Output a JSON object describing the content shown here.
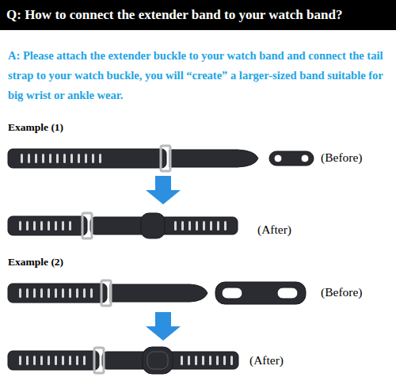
{
  "diagram": {
    "title": "Q: How to connect the extender band to your watch band?",
    "labels": [
      "A: Please attach the extender buckle to your watch band and connect the tail strap to your watch buckle, you will “create” a larger-sized band suitable for big wrist or ankle wear.",
      "Example (1)",
      "(Before)",
      "(After)",
      "Example (2)",
      "(Before)",
      "(After)"
    ]
  }
}
